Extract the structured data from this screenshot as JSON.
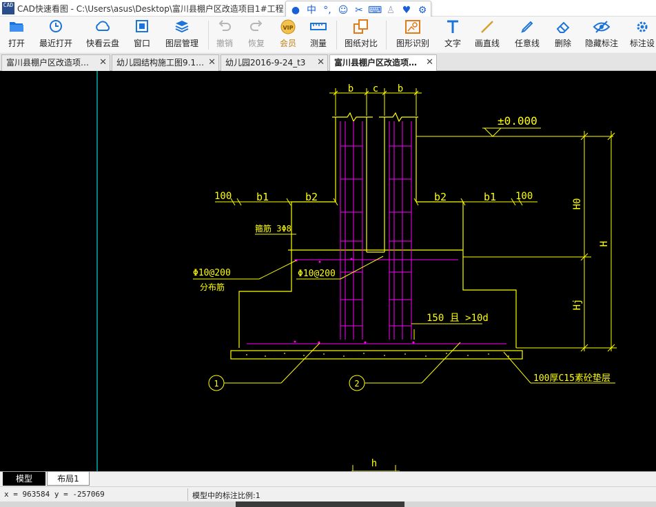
{
  "window": {
    "app_icon_text": "CAD",
    "title": "CAD快速看图 - C:\\Users\\asus\\Desktop\\富川县棚户区改造项目1#工程"
  },
  "ime": {
    "items": [
      {
        "icon": "user-avatar-icon",
        "glyph": "●"
      },
      {
        "icon": "chinese-mode-icon",
        "glyph": "中"
      },
      {
        "icon": "punctuation-icon",
        "glyph": "°,"
      },
      {
        "icon": "emoji-icon",
        "glyph": "☺"
      },
      {
        "icon": "scissors-icon",
        "glyph": "✂"
      },
      {
        "icon": "keyboard-icon",
        "glyph": "⌨"
      },
      {
        "icon": "account-icon",
        "glyph": "♙"
      },
      {
        "icon": "skin-icon",
        "glyph": "♥"
      },
      {
        "icon": "settings-icon",
        "glyph": "⚙"
      }
    ]
  },
  "toolbar": {
    "items": [
      {
        "id": "open",
        "label": "打开",
        "icon": "folder-icon",
        "glyph": "▰",
        "color": "#1b74d9",
        "enabled": true
      },
      {
        "id": "recent",
        "label": "最近打开",
        "icon": "clock-icon",
        "glyph": "◷",
        "color": "#1b74d9",
        "enabled": true
      },
      {
        "id": "cloud",
        "label": "快看云盘",
        "icon": "cloud-icon",
        "glyph": "☁",
        "color": "#1b74d9",
        "enabled": true
      },
      {
        "id": "window",
        "label": "窗口",
        "icon": "window-icon",
        "glyph": "▣",
        "color": "#1b74d9",
        "enabled": true
      },
      {
        "id": "layers",
        "label": "图层管理",
        "icon": "layers-icon",
        "glyph": "◈",
        "color": "#1b74d9",
        "enabled": true
      },
      {
        "id": "undo",
        "label": "撤销",
        "icon": "undo-icon",
        "glyph": "↶",
        "color": "#b5b5b5",
        "enabled": false
      },
      {
        "id": "redo",
        "label": "恢复",
        "icon": "redo-icon",
        "glyph": "↷",
        "color": "#b5b5b5",
        "enabled": false
      },
      {
        "id": "vip",
        "label": "会员",
        "icon": "vip-icon",
        "glyph": "VIP",
        "color": "#d4a12a",
        "enabled": true
      },
      {
        "id": "measure",
        "label": "测量",
        "icon": "ruler-icon",
        "glyph": "▭",
        "color": "#1b74d9",
        "enabled": true
      },
      {
        "id": "compare",
        "label": "图纸对比",
        "icon": "compare-icon",
        "glyph": "⧉",
        "color": "#e07b1a",
        "enabled": true
      },
      {
        "id": "recognize",
        "label": "图形识别",
        "icon": "shape-recognize-icon",
        "glyph": "⬚",
        "color": "#e07b1a",
        "enabled": true
      },
      {
        "id": "text",
        "label": "文字",
        "icon": "text-icon",
        "glyph": "T",
        "color": "#1b74d9",
        "enabled": true
      },
      {
        "id": "line",
        "label": "画直线",
        "icon": "line-icon",
        "glyph": "╱",
        "color": "#d4a12a",
        "enabled": true
      },
      {
        "id": "freeline",
        "label": "任意线",
        "icon": "pen-icon",
        "glyph": "✎",
        "color": "#1b74d9",
        "enabled": true
      },
      {
        "id": "delete",
        "label": "删除",
        "icon": "eraser-icon",
        "glyph": "⌫",
        "color": "#1b74d9",
        "enabled": true
      },
      {
        "id": "hide",
        "label": "隐藏标注",
        "icon": "eye-off-icon",
        "glyph": "◎",
        "color": "#1b74d9",
        "enabled": true
      },
      {
        "id": "markset",
        "label": "标注设",
        "icon": "gear-icon",
        "glyph": "⚙",
        "color": "#1b74d9",
        "enabled": true
      }
    ]
  },
  "tabs": [
    {
      "label": "富川县棚户区改造项…",
      "active": false
    },
    {
      "label": "幼儿园结构施工图9.1…",
      "active": false
    },
    {
      "label": "幼儿园2016-9-24_t3",
      "active": false
    },
    {
      "label": "富川县棚户区改造项…",
      "active": true
    }
  ],
  "drawing": {
    "dim_b_left": "b",
    "dim_c": "c",
    "dim_b_right": "b",
    "elevation": "±0.000",
    "dim_100_left": "100",
    "dim_b1_left": "b1",
    "dim_b2_left": "b2",
    "dim_b2_right": "b2",
    "dim_b1_right": "b1",
    "dim_100_right": "100",
    "stirrup_note": "箍筋 3Φ8",
    "rebar_left": "Φ10@200",
    "rebar_left_sub": "分布筋",
    "rebar_mid": "Φ10@200",
    "anchor_note": "150 且 >10d",
    "callout_1": "1",
    "callout_2": "2",
    "bedding_note": "100厚C15素砼垫层",
    "dim_H0": "H0",
    "dim_H": "H",
    "dim_Hj": "Hj",
    "dim_h": "h"
  },
  "layout_tabs": [
    {
      "label": "模型",
      "active": true
    },
    {
      "label": "布局1",
      "active": false
    }
  ],
  "status": {
    "coords": "x = 963584  y = -257069",
    "scale_text": "模型中的标注比例:1"
  },
  "colors": {
    "canvas_bg": "#000000",
    "yellow": "#ffff00",
    "magenta": "#ff00ff",
    "cyan": "#00ffff",
    "white": "#ffffff"
  }
}
